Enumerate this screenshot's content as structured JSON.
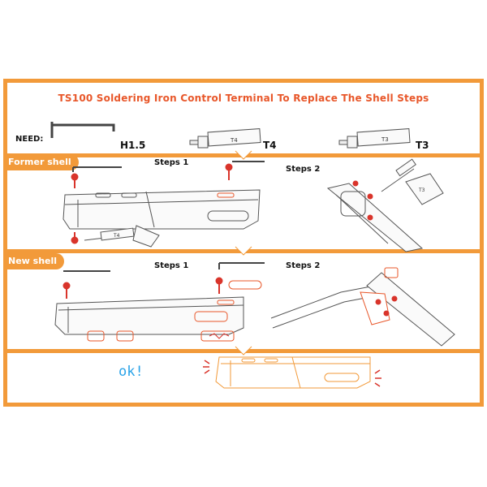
{
  "title": "TS100 Soldering Iron Control Terminal To Replace The Shell Steps",
  "need_label": "NEED:",
  "tools": [
    {
      "name": "H1.5",
      "bit_label": ""
    },
    {
      "name": "T4",
      "bit_label": "T4"
    },
    {
      "name": "T3",
      "bit_label": "T3"
    }
  ],
  "sections": {
    "former": {
      "tag": "Former shell",
      "step1": "Steps  1",
      "step2": "Steps  2",
      "bit_label": "T4",
      "zoom_label": "T3"
    },
    "new": {
      "tag": "New shell",
      "step1": "Steps  1",
      "step2": "Steps  2"
    }
  },
  "final": {
    "text": "ok!"
  },
  "colors": {
    "accent": "#f29a3a",
    "title": "#e8572a",
    "ok": "#2aa3e8",
    "highlight": "#e8572a",
    "screw": "#d9342b"
  }
}
